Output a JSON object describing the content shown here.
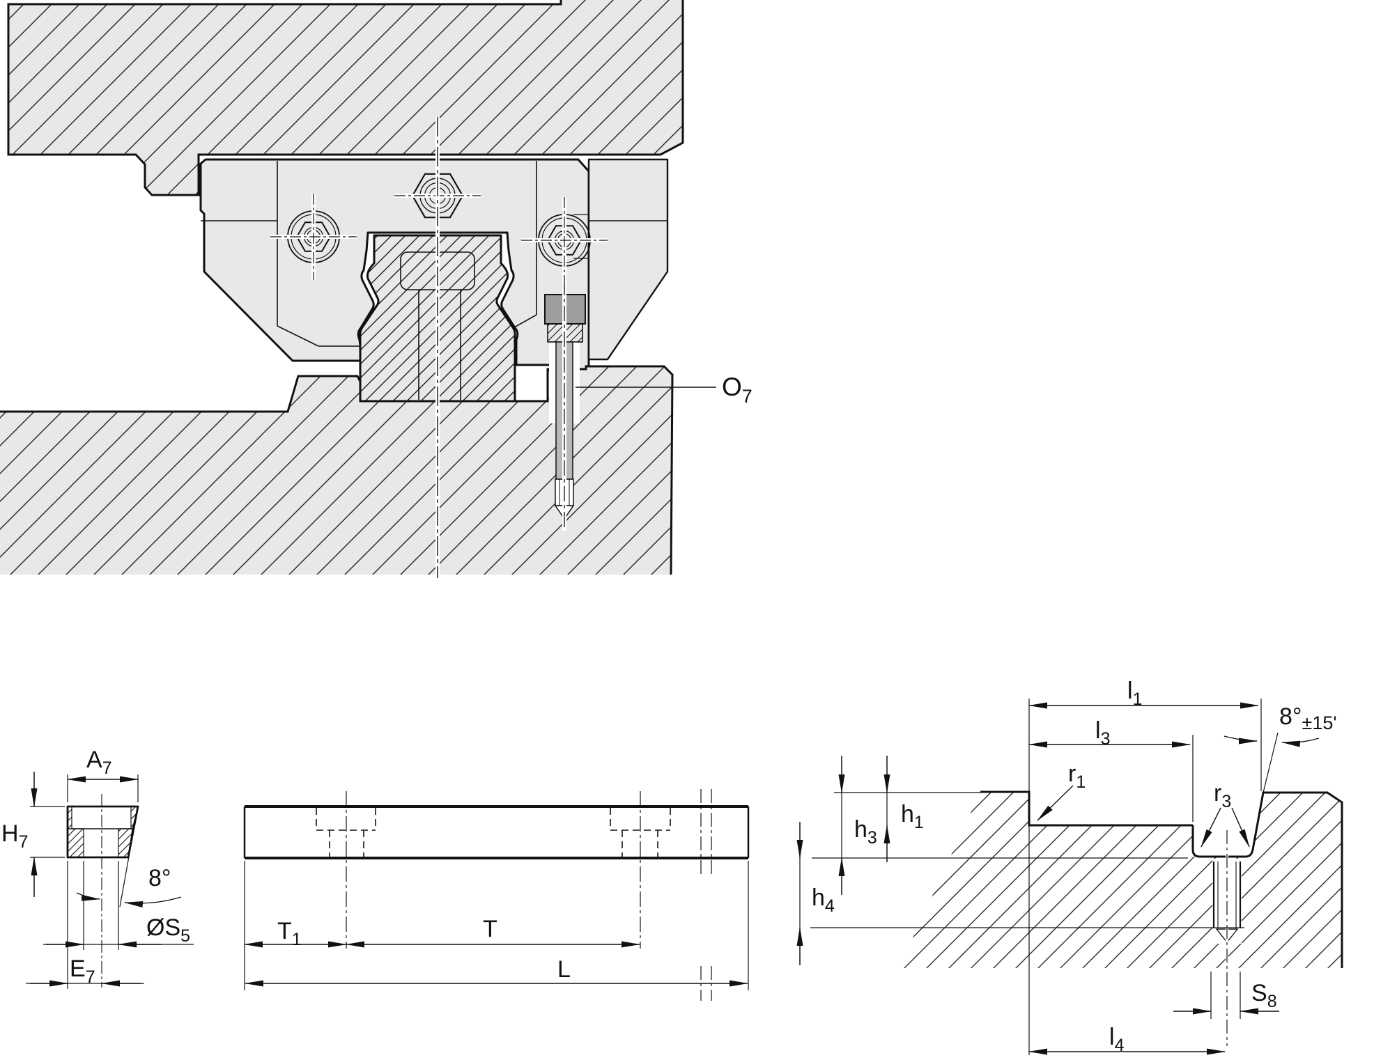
{
  "drawing": {
    "type": "technical-cross-section",
    "description": "Linear recirculating ball guideway mounted between machine bed and table, with closing plug callout and three detail views: closing plug, guideway side view with hole pitch, and bed locating-seat cross section",
    "colors": {
      "part_fill": "#e8e8e8",
      "plug_fill": "#9e9e9e",
      "screw_fill": "#b8b8b8",
      "line": "#111111",
      "background": "#ffffff"
    }
  },
  "labels": {
    "o7": {
      "base": "O",
      "sub": "7"
    },
    "a7": {
      "base": "A",
      "sub": "7"
    },
    "h7": {
      "base": "H",
      "sub": "7"
    },
    "angle8": {
      "base": "8°"
    },
    "s5": {
      "base": "ØS",
      "sub": "5"
    },
    "e7": {
      "base": "E",
      "sub": "7"
    },
    "t1": {
      "base": "T",
      "sub": "1"
    },
    "t": {
      "base": "T"
    },
    "len": {
      "base": "L"
    },
    "l1": {
      "base": "l",
      "sub": "1"
    },
    "l3": {
      "base": "l",
      "sub": "3"
    },
    "angle8_15": {
      "base": "8°",
      "suffix": "±15'"
    },
    "h1": {
      "base": "h",
      "sub": "1"
    },
    "h3": {
      "base": "h",
      "sub": "3"
    },
    "h4": {
      "base": "h",
      "sub": "4"
    },
    "r1": {
      "base": "r",
      "sub": "1"
    },
    "r3": {
      "base": "r",
      "sub": "3"
    },
    "s8": {
      "base": "S",
      "sub": "8"
    },
    "l4": {
      "base": "l",
      "sub": "4"
    }
  }
}
